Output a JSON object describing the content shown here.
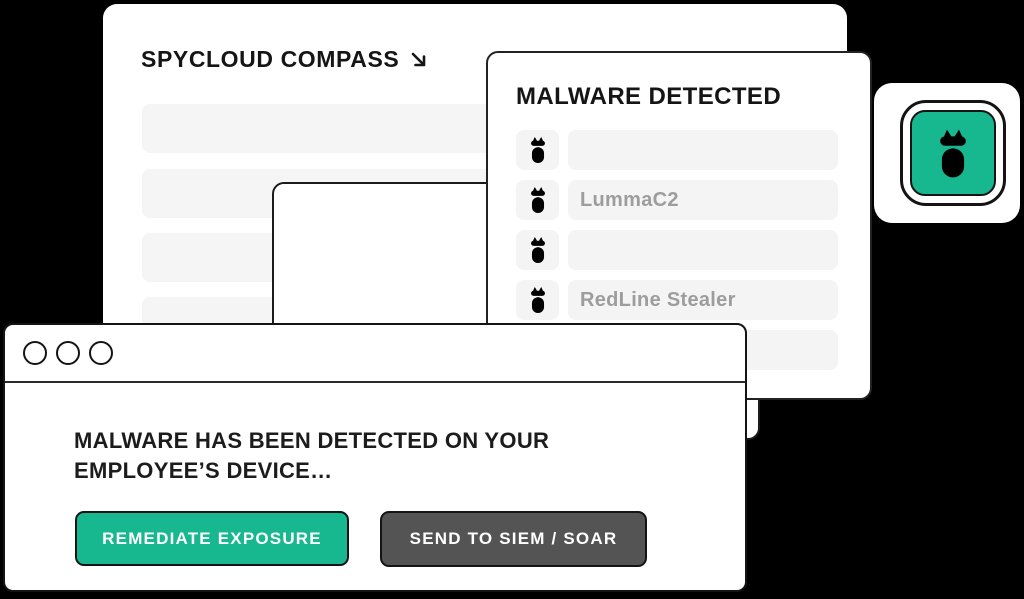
{
  "colors": {
    "bg": "#000000",
    "card": "#FFFFFF",
    "bar": "#F5F5F5",
    "ink": "#151515",
    "muted": "#9D9D9D",
    "green": "#17B890",
    "dark": "#545454"
  },
  "compass_card": {
    "title": "SPYCLOUD COMPASS",
    "arrow_icon": "arrow-down-right",
    "placeholder_row_count": 4
  },
  "malware_card": {
    "title": "MALWARE DETECTED",
    "rows": [
      {
        "icon": "bug-icon",
        "label": ""
      },
      {
        "icon": "bug-icon",
        "label": "LummaC2"
      },
      {
        "icon": "bug-icon",
        "label": ""
      },
      {
        "icon": "bug-icon",
        "label": "RedLine Stealer"
      },
      {
        "icon": "bug-icon",
        "label": ""
      }
    ]
  },
  "alert_modal": {
    "window_controls_count": 3,
    "heading_line1": "MALWARE HAS BEEN DETECTED ON YOUR",
    "heading_line2": "EMPLOYEE’S DEVICE…",
    "remediate_button": "REMEDIATE EXPOSURE",
    "siem_button": "SEND TO SIEM / SOAR"
  },
  "bug_badge": {
    "icon": "bug-icon"
  }
}
